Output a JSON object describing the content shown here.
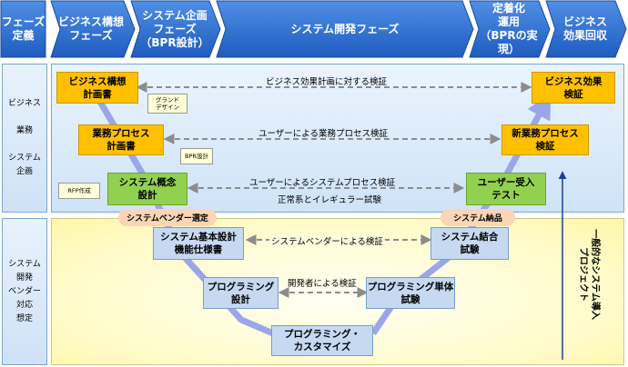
{
  "header": {
    "phase_definition": "フェーズ\n定義",
    "phases": [
      {
        "label": "ビジネス構想\nフェーズ"
      },
      {
        "label": "システム企画\nフェーズ\n（BPR設計）"
      },
      {
        "label": "システム開発フェーズ"
      },
      {
        "label": "定着化\n運用\n（BPRの実現）"
      },
      {
        "label": "ビジネス\n効果回収"
      }
    ]
  },
  "rows": {
    "upper": "ビジネス\n\n業務\n\nシステム\n企画",
    "lower": "システム\n開発\nベンダー\n対応\n想定"
  },
  "boxes": {
    "business_plan": "ビジネス構想\n計画書",
    "business_effect": "ビジネス効果\n検証",
    "process_plan": "業務プロセス\n計画書",
    "new_process": "新業務プロセス\n検証",
    "system_concept": "システム概念\n設計",
    "acceptance_test": "ユーザー受入\nテスト",
    "basic_design": "システム基本設計\n機能仕様書",
    "integration_test": "システム結合\n試験",
    "prog_design": "プログラミング\n設計",
    "unit_test": "プログラミング単体\n試験",
    "programming": "プログラミング・\nカスタマイズ"
  },
  "tags": {
    "grand_design": "グランド\nデザイン",
    "bpr_design": "BPR設計",
    "rfp": "RFP作成"
  },
  "ovals": {
    "vendor_select": "システムベンダー選定",
    "delivery": "システム納品"
  },
  "links": {
    "effect_check": "ビジネス効果計画に対する検証",
    "process_check": "ユーザーによる業務プロセス検証",
    "system_process_check": "ユーザーによるシステムプロセス検証",
    "normal_irregular": "正常系とイレギュラー試験",
    "vendor_check": "システムベンダーによる検証",
    "developer_check": "開発者による検証"
  },
  "side_note": "一般的なシステム導入\nプロジェクト",
  "colors": {
    "header_blue": "#2e6fd0",
    "yellow_box": "#ffc000",
    "green_box": "#92d050",
    "blue_box": "#c6d9f1",
    "oval": "#fbd5b5",
    "v_line": "#9aa6e8"
  }
}
